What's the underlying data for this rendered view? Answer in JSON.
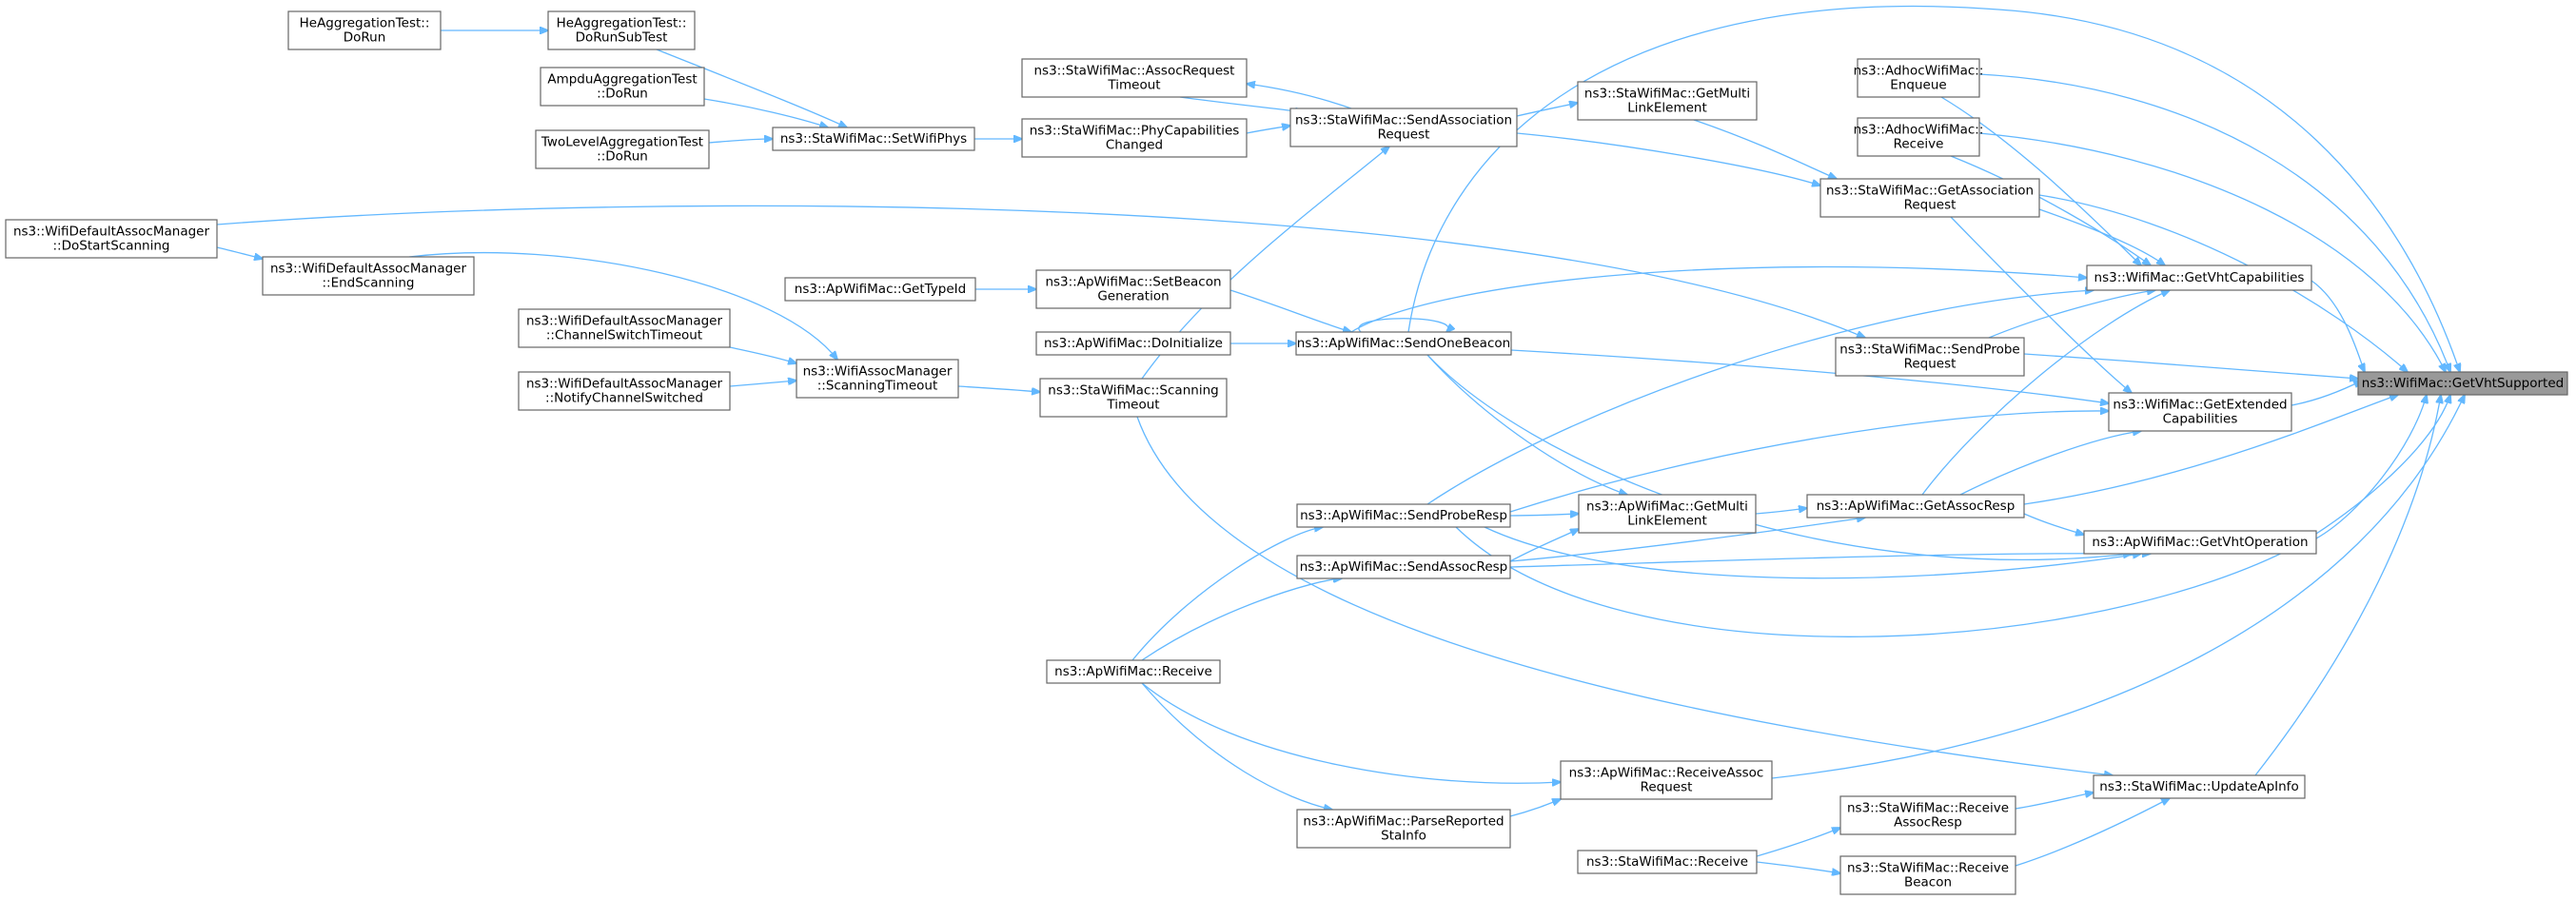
{
  "graph": {
    "nodes": [
      {
        "id": "root",
        "lines": [
          "ns3::WifiMac::GetVhtSupported"
        ],
        "root": true
      },
      {
        "id": "getVhtCap",
        "lines": [
          "ns3::WifiMac::GetVhtCapabilities"
        ]
      },
      {
        "id": "getExtCap",
        "lines": [
          "ns3::WifiMac::GetExtended",
          "Capabilities"
        ]
      },
      {
        "id": "getVhtOp",
        "lines": [
          "ns3::ApWifiMac::GetVhtOperation"
        ]
      },
      {
        "id": "updateApInfo",
        "lines": [
          "ns3::StaWifiMac::UpdateApInfo"
        ]
      },
      {
        "id": "adhocEnqueue",
        "lines": [
          "ns3::AdhocWifiMac::",
          "Enqueue"
        ]
      },
      {
        "id": "adhocReceive",
        "lines": [
          "ns3::AdhocWifiMac::",
          "Receive"
        ]
      },
      {
        "id": "getAssocReq",
        "lines": [
          "ns3::StaWifiMac::GetAssociation",
          "Request"
        ]
      },
      {
        "id": "sendProbeReq",
        "lines": [
          "ns3::StaWifiMac::SendProbe",
          "Request"
        ]
      },
      {
        "id": "getAssocResp",
        "lines": [
          "ns3::ApWifiMac::GetAssocResp"
        ]
      },
      {
        "id": "staGetMultiLink",
        "lines": [
          "ns3::StaWifiMac::GetMulti",
          "LinkElement"
        ]
      },
      {
        "id": "apGetMultiLink",
        "lines": [
          "ns3::ApWifiMac::GetMulti",
          "LinkElement"
        ]
      },
      {
        "id": "recvAssocRequest",
        "lines": [
          "ns3::ApWifiMac::ReceiveAssoc",
          "Request"
        ]
      },
      {
        "id": "recvAssocResp",
        "lines": [
          "ns3::StaWifiMac::Receive",
          "AssocResp"
        ]
      },
      {
        "id": "recvBeacon",
        "lines": [
          "ns3::StaWifiMac::Receive",
          "Beacon"
        ]
      },
      {
        "id": "staReceive",
        "lines": [
          "ns3::StaWifiMac::Receive"
        ]
      },
      {
        "id": "sendAssocRequest",
        "lines": [
          "ns3::StaWifiMac::SendAssociation",
          "Request"
        ]
      },
      {
        "id": "sendOneBeacon",
        "lines": [
          "ns3::ApWifiMac::SendOneBeacon"
        ]
      },
      {
        "id": "sendProbeResp",
        "lines": [
          "ns3::ApWifiMac::SendProbeResp"
        ]
      },
      {
        "id": "sendAssocResp",
        "lines": [
          "ns3::ApWifiMac::SendAssocResp"
        ]
      },
      {
        "id": "parseReported",
        "lines": [
          "ns3::ApWifiMac::ParseReported",
          "StaInfo"
        ]
      },
      {
        "id": "apReceive",
        "lines": [
          "ns3::ApWifiMac::Receive"
        ]
      },
      {
        "id": "assocReqTimeout",
        "lines": [
          "ns3::StaWifiMac::AssocRequest",
          "Timeout"
        ]
      },
      {
        "id": "phyCapChanged",
        "lines": [
          "ns3::StaWifiMac::PhyCapabilities",
          "Changed"
        ]
      },
      {
        "id": "setBeaconGen",
        "lines": [
          "ns3::ApWifiMac::SetBeacon",
          "Generation"
        ]
      },
      {
        "id": "doInitialize",
        "lines": [
          "ns3::ApWifiMac::DoInitialize"
        ]
      },
      {
        "id": "scanningTimeoutSta",
        "lines": [
          "ns3::StaWifiMac::Scanning",
          "Timeout"
        ]
      },
      {
        "id": "getTypeId",
        "lines": [
          "ns3::ApWifiMac::GetTypeId"
        ]
      },
      {
        "id": "setWifiPhys",
        "lines": [
          "ns3::StaWifiMac::SetWifiPhys"
        ]
      },
      {
        "id": "assocMgrScanTimeout",
        "lines": [
          "ns3::WifiAssocManager",
          "::ScanningTimeout"
        ]
      },
      {
        "id": "heDoRunSubTest",
        "lines": [
          "HeAggregationTest::",
          "DoRunSubTest"
        ]
      },
      {
        "id": "ampduDoRun",
        "lines": [
          "AmpduAggregationTest",
          "::DoRun"
        ]
      },
      {
        "id": "twoLevelDoRun",
        "lines": [
          "TwoLevelAggregationTest",
          "::DoRun"
        ]
      },
      {
        "id": "heDoRun",
        "lines": [
          "HeAggregationTest::",
          "DoRun"
        ]
      },
      {
        "id": "endScanning",
        "lines": [
          "ns3::WifiDefaultAssocManager",
          "::EndScanning"
        ]
      },
      {
        "id": "chanSwitchTimeout",
        "lines": [
          "ns3::WifiDefaultAssocManager",
          "::ChannelSwitchTimeout"
        ]
      },
      {
        "id": "notifyChanSwitched",
        "lines": [
          "ns3::WifiDefaultAssocManager",
          "::NotifyChannelSwitched"
        ]
      },
      {
        "id": "doStartScanning",
        "lines": [
          "ns3::WifiDefaultAssocManager",
          "::DoStartScanning"
        ]
      }
    ],
    "edges": [
      [
        "getVhtCap",
        "root"
      ],
      [
        "getExtCap",
        "root"
      ],
      [
        "getVhtOp",
        "root"
      ],
      [
        "updateApInfo",
        "root"
      ],
      [
        "adhocEnqueue",
        "root"
      ],
      [
        "adhocReceive",
        "root"
      ],
      [
        "getAssocReq",
        "root"
      ],
      [
        "sendProbeReq",
        "root"
      ],
      [
        "getAssocResp",
        "root"
      ],
      [
        "sendOneBeacon",
        "root"
      ],
      [
        "sendProbeResp",
        "root"
      ],
      [
        "recvAssocRequest",
        "root"
      ],
      [
        "adhocEnqueue",
        "getVhtCap"
      ],
      [
        "adhocReceive",
        "getVhtCap"
      ],
      [
        "getAssocReq",
        "getVhtCap"
      ],
      [
        "sendProbeReq",
        "getVhtCap"
      ],
      [
        "getAssocResp",
        "getVhtCap"
      ],
      [
        "sendOneBeacon",
        "getVhtCap"
      ],
      [
        "sendProbeResp",
        "getVhtCap"
      ],
      [
        "getAssocReq",
        "getExtCap"
      ],
      [
        "getAssocResp",
        "getExtCap"
      ],
      [
        "sendOneBeacon",
        "getExtCap"
      ],
      [
        "sendProbeResp",
        "getExtCap"
      ],
      [
        "getAssocResp",
        "getVhtOp"
      ],
      [
        "sendOneBeacon",
        "getVhtOp"
      ],
      [
        "sendProbeResp",
        "getVhtOp"
      ],
      [
        "sendAssocResp",
        "getVhtOp"
      ],
      [
        "recvAssocResp",
        "updateApInfo"
      ],
      [
        "recvBeacon",
        "updateApInfo"
      ],
      [
        "scanningTimeoutSta",
        "updateApInfo"
      ],
      [
        "staReceive",
        "recvAssocResp"
      ],
      [
        "staReceive",
        "recvBeacon"
      ],
      [
        "sendAssocRequest",
        "getAssocReq"
      ],
      [
        "staGetMultiLink",
        "getAssocReq"
      ],
      [
        "sendAssocRequest",
        "staGetMultiLink"
      ],
      [
        "doStartScanning",
        "sendProbeReq"
      ],
      [
        "apGetMultiLink",
        "getAssocResp"
      ],
      [
        "sendAssocResp",
        "getAssocResp"
      ],
      [
        "sendOneBeacon",
        "apGetMultiLink"
      ],
      [
        "sendProbeResp",
        "apGetMultiLink"
      ],
      [
        "sendAssocResp",
        "apGetMultiLink"
      ],
      [
        "apReceive",
        "recvAssocRequest"
      ],
      [
        "parseReported",
        "recvAssocRequest"
      ],
      [
        "apReceive",
        "parseReported"
      ],
      [
        "apReceive",
        "sendProbeResp"
      ],
      [
        "apReceive",
        "sendAssocResp"
      ],
      [
        "sendOneBeacon",
        "sendOneBeacon"
      ],
      [
        "setBeaconGen",
        "sendOneBeacon"
      ],
      [
        "doInitialize",
        "sendOneBeacon"
      ],
      [
        "getTypeId",
        "setBeaconGen"
      ],
      [
        "sendAssocRequest",
        "assocReqTimeout"
      ],
      [
        "assocReqTimeout",
        "sendAssocRequest"
      ],
      [
        "phyCapChanged",
        "sendAssocRequest"
      ],
      [
        "scanningTimeoutSta",
        "sendAssocRequest"
      ],
      [
        "setWifiPhys",
        "phyCapChanged"
      ],
      [
        "heDoRunSubTest",
        "setWifiPhys"
      ],
      [
        "ampduDoRun",
        "setWifiPhys"
      ],
      [
        "twoLevelDoRun",
        "setWifiPhys"
      ],
      [
        "heDoRun",
        "heDoRunSubTest"
      ],
      [
        "assocMgrScanTimeout",
        "scanningTimeoutSta"
      ],
      [
        "endScanning",
        "assocMgrScanTimeout"
      ],
      [
        "chanSwitchTimeout",
        "assocMgrScanTimeout"
      ],
      [
        "notifyChanSwitched",
        "assocMgrScanTimeout"
      ],
      [
        "doStartScanning",
        "endScanning"
      ]
    ]
  }
}
